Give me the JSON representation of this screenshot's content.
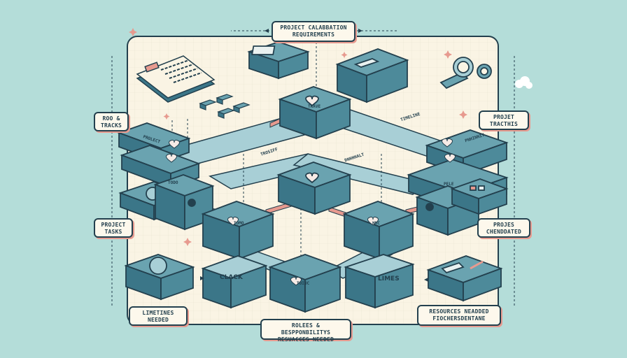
{
  "labels": {
    "top": [
      "PROJECT CALABBATION",
      "REQUIREMENTS"
    ],
    "left_top": [
      "ROO &",
      "TRACKS"
    ],
    "right_top": [
      "PROJET",
      "TRACTHIS"
    ],
    "left_mid": [
      "PROJECT",
      "TASKS"
    ],
    "right_mid": [
      "PROJES",
      "CHENDDATED"
    ],
    "left_bottom": [
      "LIMETINES",
      "NEEDED"
    ],
    "center_bottom": [
      "ROLEES & BESPPONBILITYS",
      "RESUACCES NEEDED"
    ],
    "right_bottom": [
      "RESOURCES NEADDED",
      "FIOCHERSDENTANE"
    ]
  },
  "box_texts": {
    "clack": "CLACK",
    "limes": "LIMES"
  },
  "tags": {
    "trave": "TRAVE",
    "tomo": "TOMO",
    "hmc": "HMC",
    "toiuc": "TOIUC",
    "pele": "PELE",
    "todo": "TODO",
    "timeline": "TIMELINE",
    "trosiff": "TROSIFF",
    "prolect": "PROLECT",
    "pnhinnit": "PNHINNIT",
    "dnhhhalt": "DNHHHALT"
  },
  "colors": {
    "background": "#b4ddd9",
    "panel": "#faf4e4",
    "box_top": "#6aa3b0",
    "box_side": "#3b7688",
    "outline": "#23404e",
    "accent": "#e79a8f"
  }
}
